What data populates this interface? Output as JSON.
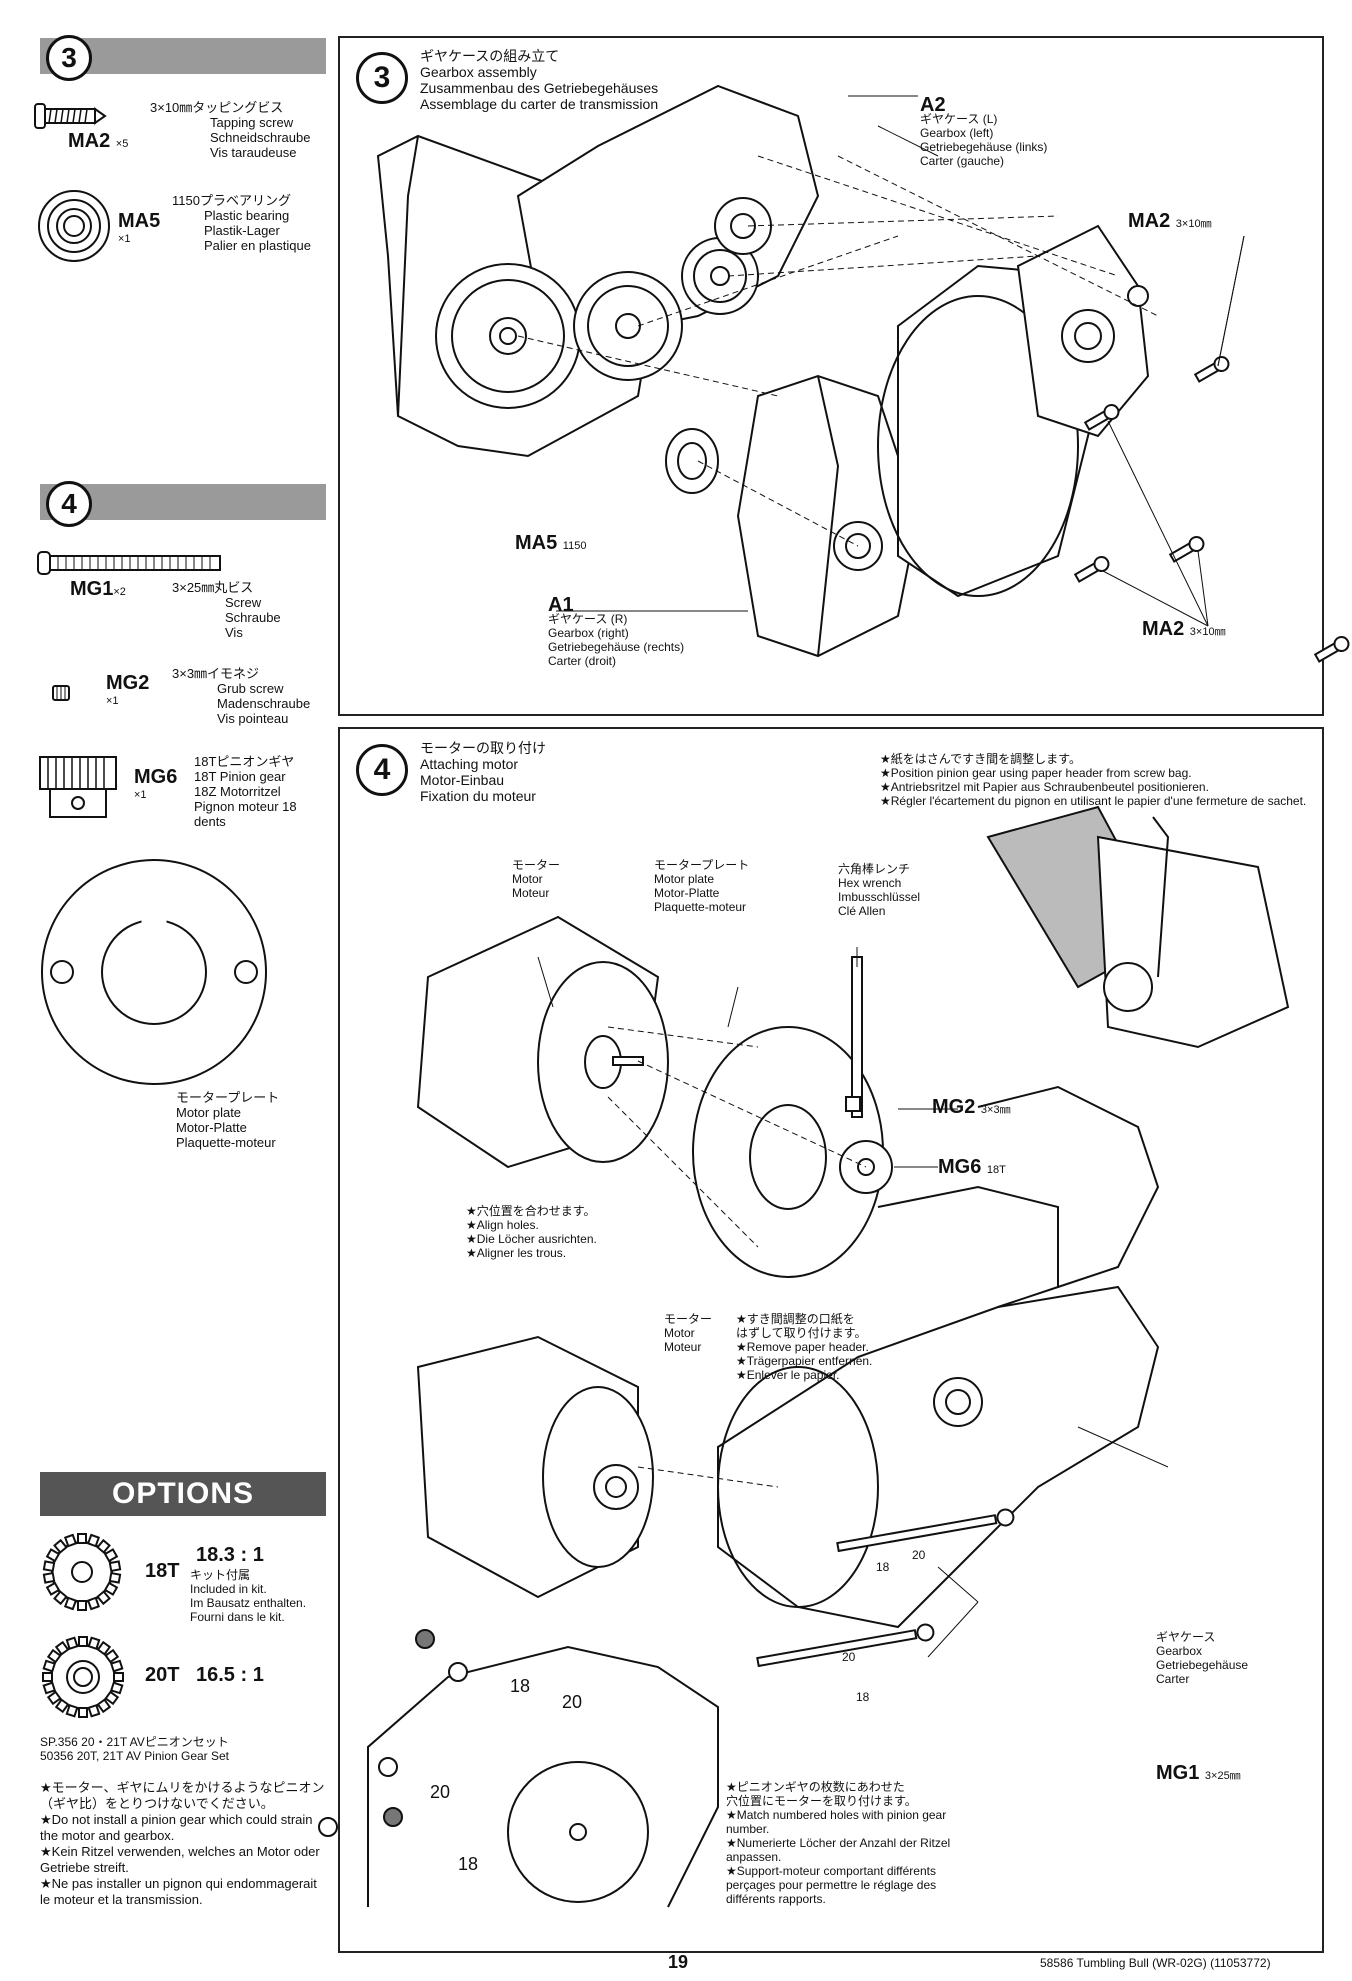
{
  "sidebar_step3": {
    "step_number": "3",
    "part1": {
      "code": "MA2",
      "qty": "×5",
      "jp": "3×10㎜タッピングビス",
      "en": "Tapping screw",
      "de": "Schneidschraube",
      "fr": "Vis taraudeuse"
    },
    "part2": {
      "code": "MA5",
      "qty": "×1",
      "jp": "1150プラベアリング",
      "en": "Plastic bearing",
      "de": "Plastik-Lager",
      "fr": "Palier en plastique"
    }
  },
  "sidebar_step4": {
    "step_number": "4",
    "part1": {
      "code": "MG1",
      "qty": "×2",
      "jp": "3×25㎜丸ビス",
      "en": "Screw",
      "de": "Schraube",
      "fr": "Vis"
    },
    "part2": {
      "code": "MG2",
      "qty": "×1",
      "jp": "3×3㎜イモネジ",
      "en": "Grub screw",
      "de": "Madenschraube",
      "fr": "Vis pointeau"
    },
    "part3": {
      "code": "MG6",
      "qty": "×1",
      "jp": "18Tピニオンギヤ",
      "en": "18T Pinion gear",
      "de": "18Z Motorritzel",
      "fr": "Pignon moteur 18 dents"
    },
    "plate": {
      "jp": "モータープレート",
      "en": "Motor plate",
      "de": "Motor-Platte",
      "fr": "Plaquette-moteur"
    }
  },
  "options": {
    "title": "OPTIONS",
    "gear18": {
      "teeth": "18T",
      "ratio": "18.3 : 1",
      "jp": "キット付属",
      "en": "Included in kit.",
      "de": "Im Bausatz enthalten.",
      "fr": "Fourni dans le kit."
    },
    "gear20": {
      "teeth": "20T",
      "ratio": "16.5 : 1"
    },
    "set_jp": "SP.356 20・21T AVピニオンセット",
    "set_en": "50356 20T, 21T AV Pinion Gear Set",
    "warn_jp": "★モーター、ギヤにムリをかけるようなピニオン（ギヤ比）をとりつけないでください。",
    "warn_en": "★Do not install a pinion gear which could strain the motor and gearbox.",
    "warn_de": "★Kein Ritzel verwenden, welches an Motor oder Getriebe streift.",
    "warn_fr": "★Ne pas installer un pignon qui endommagerait le moteur et la transmission."
  },
  "step3": {
    "number": "3",
    "title_jp": "ギヤケースの組み立て",
    "title_en": "Gearbox assembly",
    "title_de": "Zusammenbau des Getriebegehäuses",
    "title_fr": "Assemblage du carter de transmission",
    "a2": {
      "code": "A2",
      "jp": "ギヤケース (L)",
      "en": "Gearbox (left)",
      "de": "Getriebegehäuse (links)",
      "fr": "Carter (gauche)"
    },
    "a1": {
      "code": "A1",
      "jp": "ギヤケース (R)",
      "en": "Gearbox (right)",
      "de": "Getriebegehäuse (rechts)",
      "fr": "Carter (droit)"
    },
    "ma2_top": {
      "code": "MA2",
      "size": "3×10㎜"
    },
    "ma2_bottom": {
      "code": "MA2",
      "size": "3×10㎜"
    },
    "ma5": {
      "code": "MA5",
      "size": "1150"
    }
  },
  "step4": {
    "number": "4",
    "title_jp": "モーターの取り付け",
    "title_en": "Attaching motor",
    "title_de": "Motor-Einbau",
    "title_fr": "Fixation du moteur",
    "paper_note": {
      "jp": "★紙をはさんですき間を調整します。",
      "en": "★Position pinion gear using paper header from screw bag.",
      "de": "★Antriebsritzel mit Papier aus Schraubenbeutel positionieren.",
      "fr": "★Régler l'écartement du pignon en utilisant le papier d'une fermeture de sachet."
    },
    "motor1": {
      "jp": "モーター",
      "en": "Motor",
      "fr": "Moteur"
    },
    "plate": {
      "jp": "モータープレート",
      "en": "Motor plate",
      "de": "Motor-Platte",
      "fr": "Plaquette-moteur"
    },
    "wrench": {
      "jp": "六角棒レンチ",
      "en": "Hex wrench",
      "de": "Imbusschlüssel",
      "fr": "Clé Allen"
    },
    "mg2": {
      "code": "MG2",
      "size": "3×3㎜"
    },
    "mg6": {
      "code": "MG6",
      "size": "18T"
    },
    "align": {
      "jp": "★穴位置を合わせます。",
      "en": "★Align holes.",
      "de": "★Die Löcher ausrichten.",
      "fr": "★Aligner les trous."
    },
    "motor2": {
      "jp": "モーター",
      "en": "Motor",
      "fr": "Moteur"
    },
    "remove": {
      "jp1": "★すき間調整の口紙を",
      "jp2": "はずして取り付けます。",
      "en": "★Remove paper header.",
      "de": "★Trägerpapier entfernen.",
      "fr": "★Enlever le papier."
    },
    "gearbox": {
      "jp": "ギヤケース",
      "en": "Gearbox",
      "de": "Getriebegehäuse",
      "fr": "Carter"
    },
    "mg1": {
      "code": "MG1",
      "size": "3×25㎜"
    },
    "match": {
      "jp1": "★ピニオンギヤの枚数にあわせた",
      "jp2": "穴位置にモーターを取り付けます。",
      "en": "★Match numbered holes with pinion gear number.",
      "de": "★Numerierte Löcher der Anzahl der Ritzel anpassen.",
      "fr": "★Support-moteur comportant différents perçages pour permettre le réglage des différents rapports."
    },
    "hole_labels": {
      "a": "18",
      "b": "20",
      "c": "20",
      "d": "18",
      "e": "18",
      "f": "20",
      "g": "20",
      "h": "18"
    }
  },
  "footer": {
    "page_number": "19",
    "product": "58586 Tumbling Bull (WR-02G) (11053772)"
  }
}
